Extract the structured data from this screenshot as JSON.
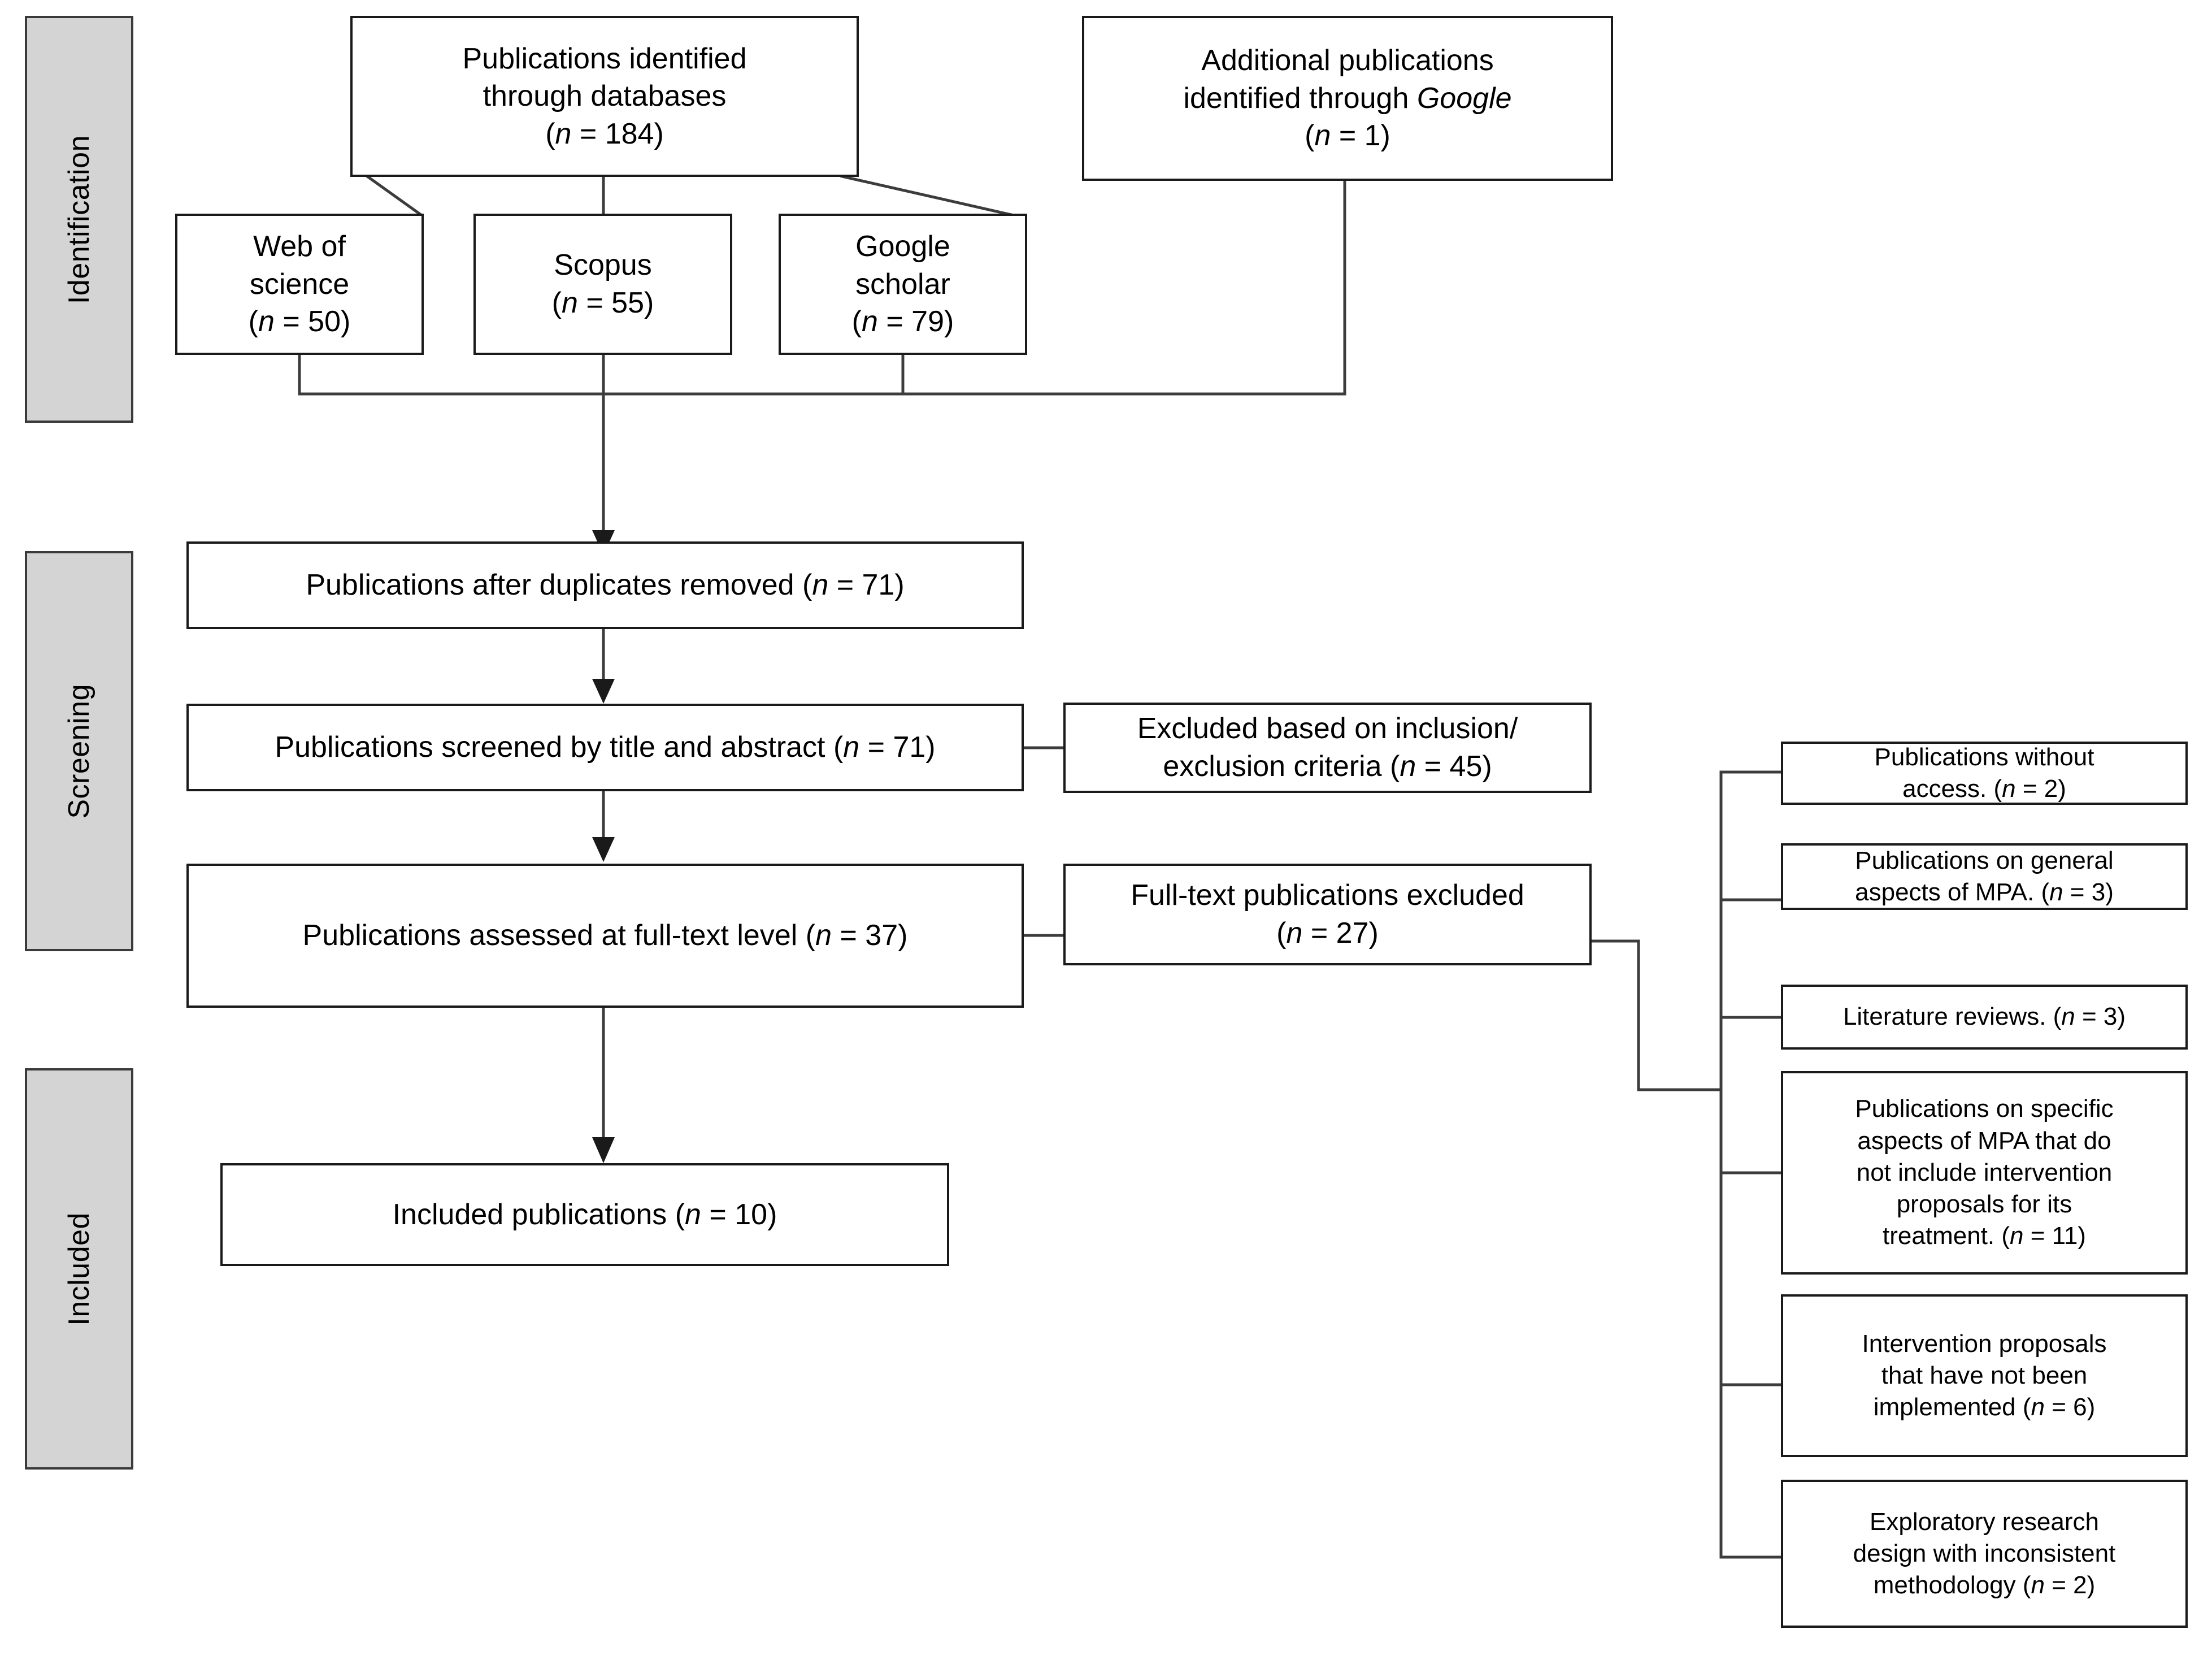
{
  "diagram": {
    "type": "prisma-flow-diagram",
    "stages": [
      {
        "id": "identification",
        "label": "Identification"
      },
      {
        "id": "screening",
        "label": "Screening"
      },
      {
        "id": "included",
        "label": "Included"
      }
    ],
    "identification": {
      "databases_box": {
        "line1": "Publications identified",
        "line2": "through databases",
        "line3_pre": "(",
        "line3_n": "n",
        "line3_post": " = 184)"
      },
      "google_box": {
        "line1": "Additional publications",
        "line2_pre": "identified through ",
        "line2_em": "Google",
        "line3_pre": "(",
        "line3_n": "n",
        "line3_post": " = 1)"
      },
      "sources": [
        {
          "id": "web-of-science",
          "line1": "Web of",
          "line2": "science",
          "n_pre": "(",
          "n_sym": "n",
          "n_post": " = 50)"
        },
        {
          "id": "scopus",
          "line1": "Scopus",
          "line2": "",
          "n_pre": "(",
          "n_sym": "n",
          "n_post": " = 55)"
        },
        {
          "id": "google-scholar",
          "line1": "Google",
          "line2": "scholar",
          "n_pre": "(",
          "n_sym": "n",
          "n_post": " = 79)"
        }
      ]
    },
    "screening": {
      "duplicates_removed": {
        "pre": "Publications after duplicates removed (",
        "sym": "n",
        "post": " = 71)"
      },
      "screened_title_abstract": {
        "pre": "Publications screened by title and abstract (",
        "sym": "n",
        "post": " = 71)"
      },
      "assessed_fulltext": {
        "pre": "Publications assessed at full-text level (",
        "sym": "n",
        "post": " = 37)"
      },
      "excluded_criteria": {
        "line1": "Excluded based on inclusion/",
        "line2_pre": "exclusion criteria (",
        "line2_sym": "n",
        "line2_post": " = 45)"
      },
      "excluded_fulltext": {
        "line1": "Full-text publications excluded",
        "line2_pre": "(",
        "line2_sym": "n",
        "line2_post": " = 27)"
      }
    },
    "included": {
      "included_publications": {
        "pre": "Included publications (",
        "sym": "n",
        "post": " = 10)"
      }
    },
    "exclusion_reasons": [
      {
        "id": "no-access",
        "line1": "Publications without",
        "line2_pre": "access. (",
        "line2_sym": "n",
        "line2_post": " = 2)",
        "count": 2
      },
      {
        "id": "general-aspects-mpa",
        "line1": "Publications on general",
        "line2_pre": "aspects of MPA. (",
        "line2_sym": "n",
        "line2_post": " = 3)",
        "count": 3
      },
      {
        "id": "literature-reviews",
        "line1": "",
        "line2_pre": "Literature reviews. (",
        "line2_sym": "n",
        "line2_post": " = 3)",
        "count": 3
      },
      {
        "id": "specific-aspects-no-intervention",
        "line1": "Publications on specific",
        "line1b": "aspects of MPA that do",
        "line1c": "not include intervention",
        "line1d": "proposals for its",
        "line2_pre": "treatment. (",
        "line2_sym": "n",
        "line2_post": " = 11)",
        "count": 11
      },
      {
        "id": "not-implemented",
        "line1": "Intervention proposals",
        "line1b": "that have not been",
        "line2_pre": "implemented (",
        "line2_sym": "n",
        "line2_post": " = 6)",
        "count": 6
      },
      {
        "id": "exploratory-inconsistent",
        "line1": "Exploratory research",
        "line1b": "design with inconsistent",
        "line2_pre": "methodology (",
        "line2_sym": "n",
        "line2_post": " = 2)",
        "count": 2
      }
    ],
    "colors": {
      "stage_fill": "#d4d4d4",
      "line": "#3c3c3c",
      "box_border": "#1a1a1a",
      "background": "#ffffff"
    }
  }
}
